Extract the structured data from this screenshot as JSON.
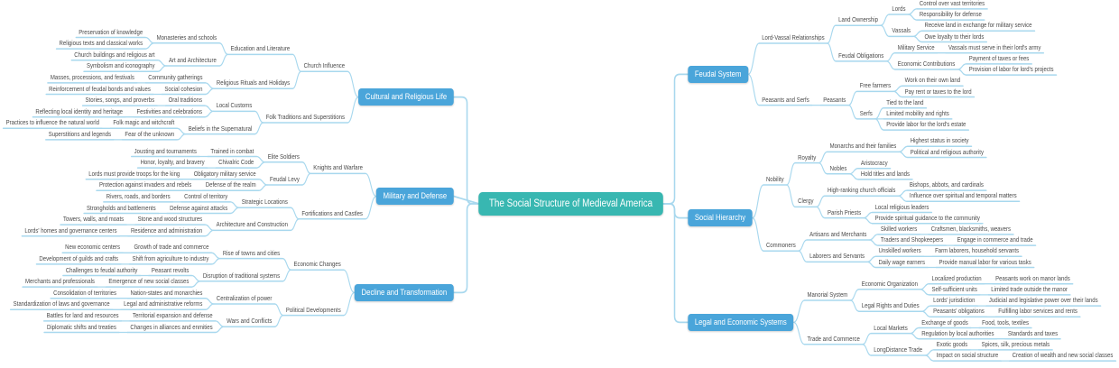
{
  "palette": {
    "root_bg": "#38b7b1",
    "branch_bg": "#4aa5da",
    "line": "#a8d8ee",
    "node_text": "#4a4a4a",
    "box_text": "#ffffff"
  },
  "mindmap": {
    "root": "The Social Structure of Medieval America",
    "right": [
      {
        "label": "Feudal System",
        "children": [
          {
            "label": "Lord-Vassal Relationships",
            "children": [
              {
                "label": "Land Ownership",
                "children": [
                  {
                    "label": "Lords",
                    "children": [
                      {
                        "label": "Control over vast territories"
                      },
                      {
                        "label": "Responsibility for defense"
                      }
                    ]
                  },
                  {
                    "label": "Vassals",
                    "children": [
                      {
                        "label": "Receive land in exchange for military service"
                      },
                      {
                        "label": "Owe loyalty to their lords"
                      }
                    ]
                  }
                ]
              },
              {
                "label": "Feudal Obligations",
                "children": [
                  {
                    "label": "Military Service",
                    "children": [
                      {
                        "label": "Vassals must serve in their lord's army"
                      }
                    ]
                  },
                  {
                    "label": "Economic Contributions",
                    "children": [
                      {
                        "label": "Payment of taxes or fees"
                      },
                      {
                        "label": "Provision of labor for lord's projects"
                      }
                    ]
                  }
                ]
              }
            ]
          },
          {
            "label": "Peasants and Serfs",
            "children": [
              {
                "label": "Peasants",
                "children": [
                  {
                    "label": "Free farmers",
                    "children": [
                      {
                        "label": "Work on their own land"
                      },
                      {
                        "label": "Pay rent or taxes to the lord"
                      }
                    ]
                  },
                  {
                    "label": "Serfs",
                    "children": [
                      {
                        "label": "Tied to the land"
                      },
                      {
                        "label": "Limited mobility and rights"
                      },
                      {
                        "label": "Provide labor for the lord's estate"
                      }
                    ]
                  }
                ]
              }
            ]
          }
        ]
      },
      {
        "label": "Social Hierarchy",
        "children": [
          {
            "label": "Nobility",
            "children": [
              {
                "label": "Royalty",
                "children": [
                  {
                    "label": "Monarchs and their families",
                    "children": [
                      {
                        "label": "Highest status in society"
                      },
                      {
                        "label": "Political and religious authority"
                      }
                    ]
                  },
                  {
                    "label": "Nobles",
                    "children": [
                      {
                        "label": "Aristocracy"
                      },
                      {
                        "label": "Hold titles and lands"
                      }
                    ]
                  }
                ]
              },
              {
                "label": "Clergy",
                "children": [
                  {
                    "label": "High-ranking church officials",
                    "children": [
                      {
                        "label": "Bishops, abbots, and cardinals"
                      },
                      {
                        "label": "Influence over spiritual and temporal matters"
                      }
                    ]
                  },
                  {
                    "label": "Parish Priests",
                    "children": [
                      {
                        "label": "Local religious leaders"
                      },
                      {
                        "label": "Provide spiritual guidance to the community"
                      }
                    ]
                  }
                ]
              }
            ]
          },
          {
            "label": "Commoners",
            "children": [
              {
                "label": "Artisans and Merchants",
                "children": [
                  {
                    "label": "Skilled workers",
                    "children": [
                      {
                        "label": "Craftsmen, blacksmiths, weavers"
                      }
                    ]
                  },
                  {
                    "label": "Traders and Shopkeepers",
                    "children": [
                      {
                        "label": "Engage in commerce and trade"
                      }
                    ]
                  }
                ]
              },
              {
                "label": "Laborers and Servants",
                "children": [
                  {
                    "label": "Unskilled workers",
                    "children": [
                      {
                        "label": "Farm laborers, household servants"
                      }
                    ]
                  },
                  {
                    "label": "Daily wage earners",
                    "children": [
                      {
                        "label": "Provide manual labor for various tasks"
                      }
                    ]
                  }
                ]
              }
            ]
          }
        ]
      },
      {
        "label": "Legal and Economic Systems",
        "children": [
          {
            "label": "Manorial System",
            "children": [
              {
                "label": "Economic Organization",
                "children": [
                  {
                    "label": "Localized production",
                    "children": [
                      {
                        "label": "Peasants work on manor lands"
                      }
                    ]
                  },
                  {
                    "label": "Self-sufficient units",
                    "children": [
                      {
                        "label": "Limited trade outside the manor"
                      }
                    ]
                  }
                ]
              },
              {
                "label": "Legal Rights and Duties",
                "children": [
                  {
                    "label": "Lords' jurisdiction",
                    "children": [
                      {
                        "label": "Judicial and legislative power over their lands"
                      }
                    ]
                  },
                  {
                    "label": "Peasants' obligations",
                    "children": [
                      {
                        "label": "Fulfilling labor services and rents"
                      }
                    ]
                  }
                ]
              }
            ]
          },
          {
            "label": "Trade and Commerce",
            "children": [
              {
                "label": "Local Markets",
                "children": [
                  {
                    "label": "Exchange of goods",
                    "children": [
                      {
                        "label": "Food, tools, textiles"
                      }
                    ]
                  },
                  {
                    "label": "Regulation by local authorities",
                    "children": [
                      {
                        "label": "Standards and taxes"
                      }
                    ]
                  }
                ]
              },
              {
                "label": "LongDistance Trade",
                "children": [
                  {
                    "label": "Exotic goods",
                    "children": [
                      {
                        "label": "Spices, silk, precious metals"
                      }
                    ]
                  },
                  {
                    "label": "Impact on social structure",
                    "children": [
                      {
                        "label": "Creation of wealth and new social classes"
                      }
                    ]
                  }
                ]
              }
            ]
          }
        ]
      }
    ],
    "left": [
      {
        "label": "Cultural and Religious Life",
        "children": [
          {
            "label": "Church Influence",
            "children": [
              {
                "label": "Education and Literature",
                "children": [
                  {
                    "label": "Monasteries and schools",
                    "children": [
                      {
                        "label": "Preservation of knowledge"
                      },
                      {
                        "label": "Religious texts and classical works"
                      }
                    ]
                  },
                  {
                    "label": "Art and Architecture",
                    "children": [
                      {
                        "label": "Church buildings and religious art"
                      },
                      {
                        "label": "Symbolism and iconography"
                      }
                    ]
                  }
                ]
              },
              {
                "label": "Religious Rituals and Holidays",
                "children": [
                  {
                    "label": "Community gatherings",
                    "children": [
                      {
                        "label": "Masses, processions, and festivals"
                      }
                    ]
                  },
                  {
                    "label": "Social cohesion",
                    "children": [
                      {
                        "label": "Reinforcement of feudal bonds and values"
                      }
                    ]
                  }
                ]
              }
            ]
          },
          {
            "label": "Folk Traditions and Superstitions",
            "children": [
              {
                "label": "Local Customs",
                "children": [
                  {
                    "label": "Oral traditions",
                    "children": [
                      {
                        "label": "Stories, songs, and proverbs"
                      }
                    ]
                  },
                  {
                    "label": "Festivities and celebrations",
                    "children": [
                      {
                        "label": "Reflecting local identity and heritage"
                      }
                    ]
                  }
                ]
              },
              {
                "label": "Beliefs in the Supernatural",
                "children": [
                  {
                    "label": "Folk magic and witchcraft",
                    "children": [
                      {
                        "label": "Practices to influence the natural world"
                      }
                    ]
                  },
                  {
                    "label": "Fear of the unknown",
                    "children": [
                      {
                        "label": "Superstitions and legends"
                      }
                    ]
                  }
                ]
              }
            ]
          }
        ]
      },
      {
        "label": "Military and Defense",
        "children": [
          {
            "label": "Knights and Warfare",
            "children": [
              {
                "label": "Elite Soldiers",
                "children": [
                  {
                    "label": "Trained in combat",
                    "children": [
                      {
                        "label": "Jousting and tournaments"
                      }
                    ]
                  },
                  {
                    "label": "Chivalric Code",
                    "children": [
                      {
                        "label": "Honor, loyalty, and bravery"
                      }
                    ]
                  }
                ]
              },
              {
                "label": "Feudal Levy",
                "children": [
                  {
                    "label": "Obligatory military service",
                    "children": [
                      {
                        "label": "Lords must provide troops for the king"
                      }
                    ]
                  },
                  {
                    "label": "Defense of the realm",
                    "children": [
                      {
                        "label": "Protection against invaders and rebels"
                      }
                    ]
                  }
                ]
              }
            ]
          },
          {
            "label": "Fortifications and Castles",
            "children": [
              {
                "label": "Strategic Locations",
                "children": [
                  {
                    "label": "Control of territory",
                    "children": [
                      {
                        "label": "Rivers, roads, and borders"
                      }
                    ]
                  },
                  {
                    "label": "Defense against attacks",
                    "children": [
                      {
                        "label": "Strongholds and battlements"
                      }
                    ]
                  }
                ]
              },
              {
                "label": "Architecture and Construction",
                "children": [
                  {
                    "label": "Stone and wood structures",
                    "children": [
                      {
                        "label": "Towers, walls, and moats"
                      }
                    ]
                  },
                  {
                    "label": "Residence and administration",
                    "children": [
                      {
                        "label": "Lords' homes and governance centers"
                      }
                    ]
                  }
                ]
              }
            ]
          }
        ]
      },
      {
        "label": "Decline and Transformation",
        "children": [
          {
            "label": "Economic Changes",
            "children": [
              {
                "label": "Rise of towns and cities",
                "children": [
                  {
                    "label": "Growth of trade and commerce",
                    "children": [
                      {
                        "label": "New economic centers"
                      }
                    ]
                  },
                  {
                    "label": "Shift from agriculture to industry",
                    "children": [
                      {
                        "label": "Development of guilds and crafts"
                      }
                    ]
                  }
                ]
              },
              {
                "label": "Disruption of traditional systems",
                "children": [
                  {
                    "label": "Peasant revolts",
                    "children": [
                      {
                        "label": "Challenges to feudal authority"
                      }
                    ]
                  },
                  {
                    "label": "Emergence of new social classes",
                    "children": [
                      {
                        "label": "Merchants and professionals"
                      }
                    ]
                  }
                ]
              }
            ]
          },
          {
            "label": "Political Developments",
            "children": [
              {
                "label": "Centralization of power",
                "children": [
                  {
                    "label": "Nation-states and monarchies",
                    "children": [
                      {
                        "label": "Consolidation of territories"
                      }
                    ]
                  },
                  {
                    "label": "Legal and administrative reforms",
                    "children": [
                      {
                        "label": "Standardization of laws and governance"
                      }
                    ]
                  }
                ]
              },
              {
                "label": "Wars and Conflicts",
                "children": [
                  {
                    "label": "Territorial expansion and defense",
                    "children": [
                      {
                        "label": "Battles for land and resources"
                      }
                    ]
                  },
                  {
                    "label": "Changes in alliances and enmities",
                    "children": [
                      {
                        "label": "Diplomatic shifts and treaties"
                      }
                    ]
                  }
                ]
              }
            ]
          }
        ]
      }
    ]
  }
}
